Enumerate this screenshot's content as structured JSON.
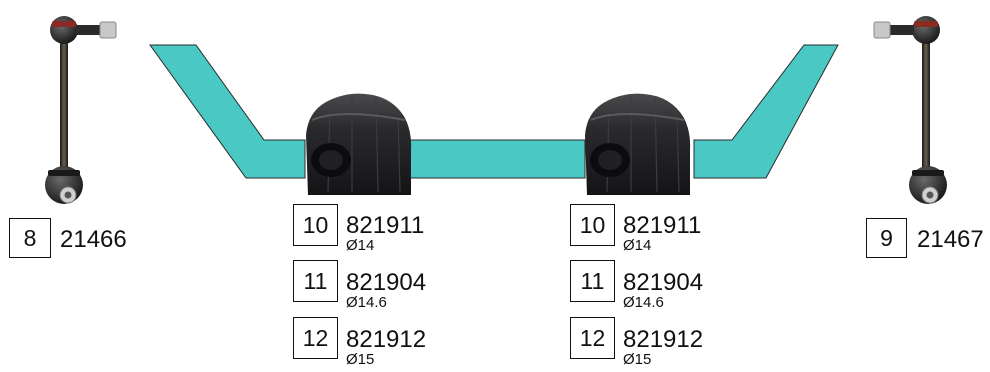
{
  "colors": {
    "stabilizer_bar": "#4ac8c4",
    "stabilizer_outline": "#2a2a2a",
    "bushing": "#1e1e20",
    "link_rod": "#2b2620"
  },
  "links": {
    "left": {
      "number": "8",
      "code": "21466"
    },
    "right": {
      "number": "9",
      "code": "21467"
    }
  },
  "bushing_groups": [
    {
      "rows": [
        {
          "number": "10",
          "code": "821911",
          "diameter": "Ø14"
        },
        {
          "number": "11",
          "code": "821904",
          "diameter": "Ø14.6"
        },
        {
          "number": "12",
          "code": "821912",
          "diameter": "Ø15"
        }
      ]
    },
    {
      "rows": [
        {
          "number": "10",
          "code": "821911",
          "diameter": "Ø14"
        },
        {
          "number": "11",
          "code": "821904",
          "diameter": "Ø14.6"
        },
        {
          "number": "12",
          "code": "821912",
          "diameter": "Ø15"
        }
      ]
    }
  ]
}
